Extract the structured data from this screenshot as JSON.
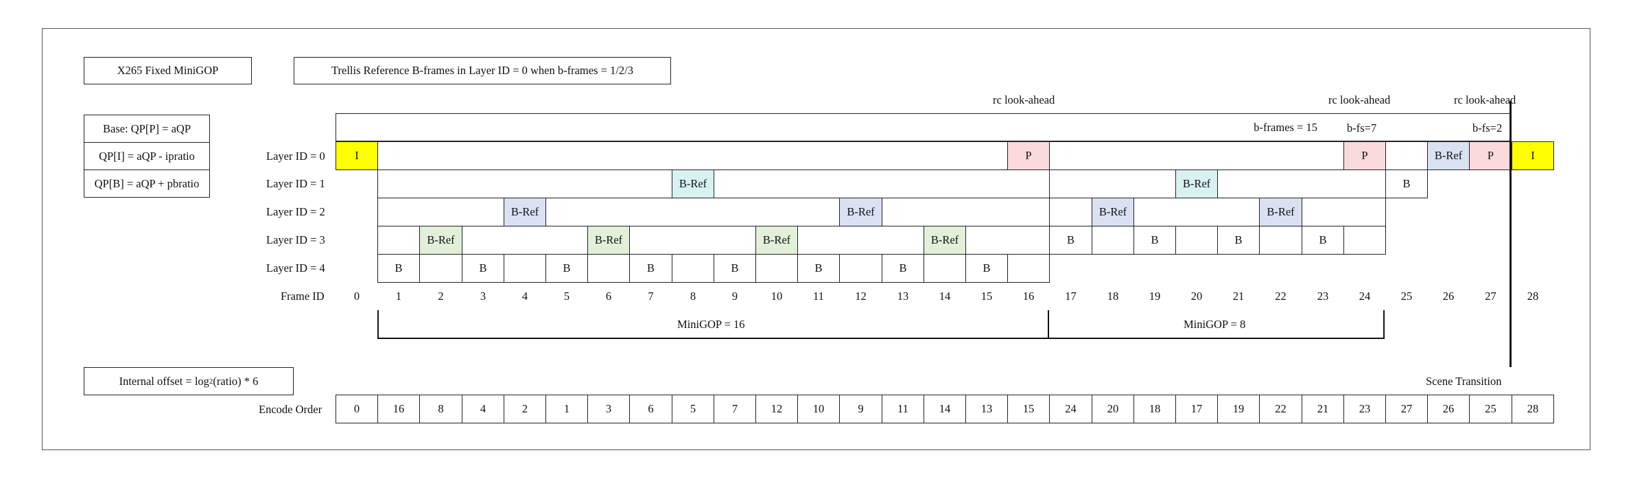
{
  "title_box": "X265 Fixed MiniGOP",
  "subtitle_box": "Trellis Reference B-frames in Layer ID = 0 when b-frames = 1/2/3",
  "qp_rules": [
    "Base: QP[P] = aQP",
    "QP[I] = aQP - ipratio",
    "QP[B] = aQP + pbratio"
  ],
  "offset_box": {
    "prefix": "Internal offset = log",
    "sub": "2",
    "suffix": "(ratio) * 6"
  },
  "layer_labels": [
    "Layer ID = 0",
    "Layer ID = 1",
    "Layer ID = 2",
    "Layer ID = 3",
    "Layer ID = 4"
  ],
  "frame_id_label": "Frame ID",
  "encode_order_label": "Encode Order",
  "frame_ids": [
    "0",
    "1",
    "2",
    "3",
    "4",
    "5",
    "6",
    "7",
    "8",
    "9",
    "10",
    "11",
    "12",
    "13",
    "14",
    "15",
    "16",
    "17",
    "18",
    "19",
    "20",
    "21",
    "22",
    "23",
    "24",
    "25",
    "26",
    "27",
    "28"
  ],
  "encode_order": [
    "0",
    "16",
    "8",
    "4",
    "2",
    "1",
    "3",
    "6",
    "5",
    "7",
    "12",
    "10",
    "9",
    "11",
    "14",
    "13",
    "15",
    "24",
    "20",
    "18",
    "17",
    "19",
    "22",
    "21",
    "23",
    "27",
    "26",
    "25",
    "28"
  ],
  "lookahead_labels": [
    "rc look-ahead",
    "rc look-ahead",
    "rc look-ahead"
  ],
  "bframes_labels": [
    "b-frames = 15",
    "b-fs=7",
    "b-fs=2"
  ],
  "minigop_labels": [
    "MiniGOP = 16",
    "MiniGOP = 8"
  ],
  "scene_transition": "Scene Transition",
  "colors": {
    "I": "#ffff00",
    "P": "#fadadd",
    "B-Ref-L1": "#d8f2f2",
    "B-Ref-L2": "#d9e1f2",
    "B-Ref-L3": "#e2efd9"
  },
  "layer_cells": {
    "layer0": {
      "I_left": "I",
      "P16": "P",
      "P24": "P",
      "BRef26": "B-Ref",
      "P27": "P",
      "I_right": "I"
    },
    "layer1": {
      "BRef8": "B-Ref",
      "BRef20": "B-Ref",
      "B25": "B"
    },
    "layer2": {
      "BRef4": "B-Ref",
      "BRef12": "B-Ref",
      "BRef18": "B-Ref",
      "BRef22": "B-Ref"
    },
    "layer3": {
      "BRef2": "B-Ref",
      "BRef6": "B-Ref",
      "BRef10": "B-Ref",
      "BRef14": "B-Ref",
      "B17": "B",
      "B19": "B",
      "B21": "B",
      "B23": "B"
    },
    "layer4": {
      "B1": "B",
      "B3": "B",
      "B5": "B",
      "B7": "B",
      "B9": "B",
      "B11": "B",
      "B13": "B",
      "B15": "B"
    }
  }
}
